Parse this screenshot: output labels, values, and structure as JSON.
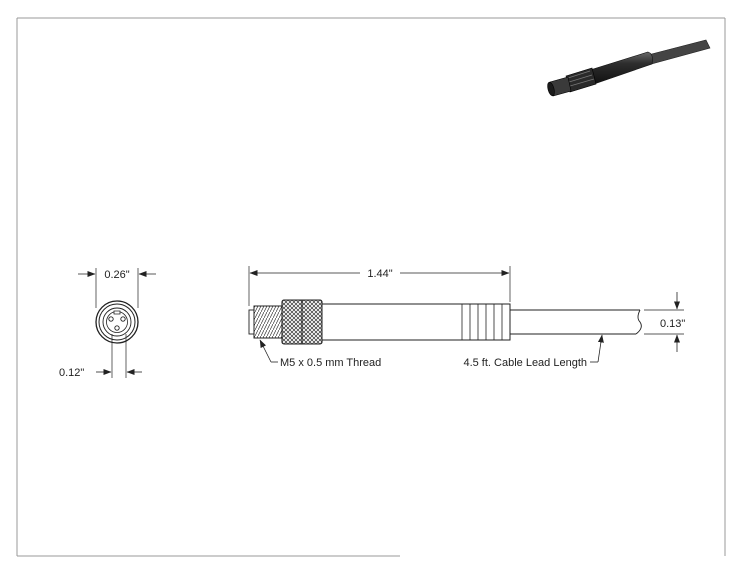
{
  "end_view": {
    "diameter_label": "0.26\"",
    "pin_offset_label": "0.12\""
  },
  "side_view": {
    "length_label": "1.44\"",
    "thread_label": "M5 x 0.5 mm Thread",
    "cable_label": "4.5 ft. Cable Lead Length",
    "cable_dia_label": "0.13\""
  },
  "thumbnail": {
    "icon": "connector-cable-3d-icon",
    "body_color": "#2b2b2b"
  }
}
